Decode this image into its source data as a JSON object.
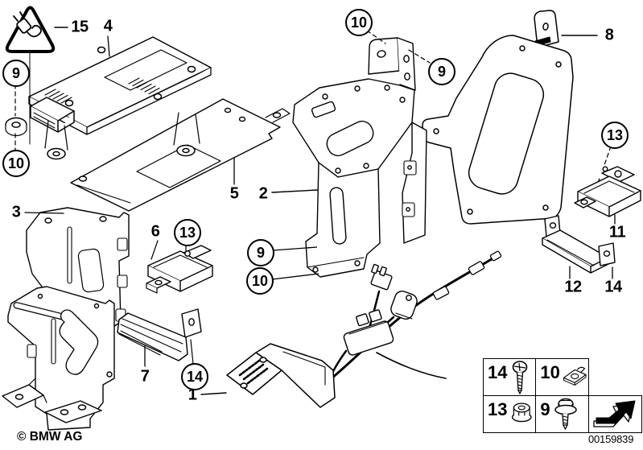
{
  "labels": {
    "n1": "1",
    "n2": "2",
    "n3": "3",
    "n4": "4",
    "n5": "5",
    "n6": "6",
    "n7": "7",
    "n8": "8",
    "n9": "9",
    "n10": "10",
    "n11": "11",
    "n12": "12",
    "n13": "13",
    "n14": "14",
    "n15": "15"
  },
  "legend": {
    "items": [
      {
        "num": "14",
        "icon": "tapping-screw-icon"
      },
      {
        "num": "10",
        "icon": "body-nut-clip-icon"
      },
      {
        "num": "13",
        "icon": "hex-flange-nut-icon"
      },
      {
        "num": "9",
        "icon": "washer-screw-icon"
      }
    ],
    "arrow_icon": "direction-arrow-3d-icon"
  },
  "warning": {
    "icon": "power-plug-hazard-triangle-icon"
  },
  "footer": {
    "copyright": "© BMW AG",
    "doc_number": "00159839"
  }
}
